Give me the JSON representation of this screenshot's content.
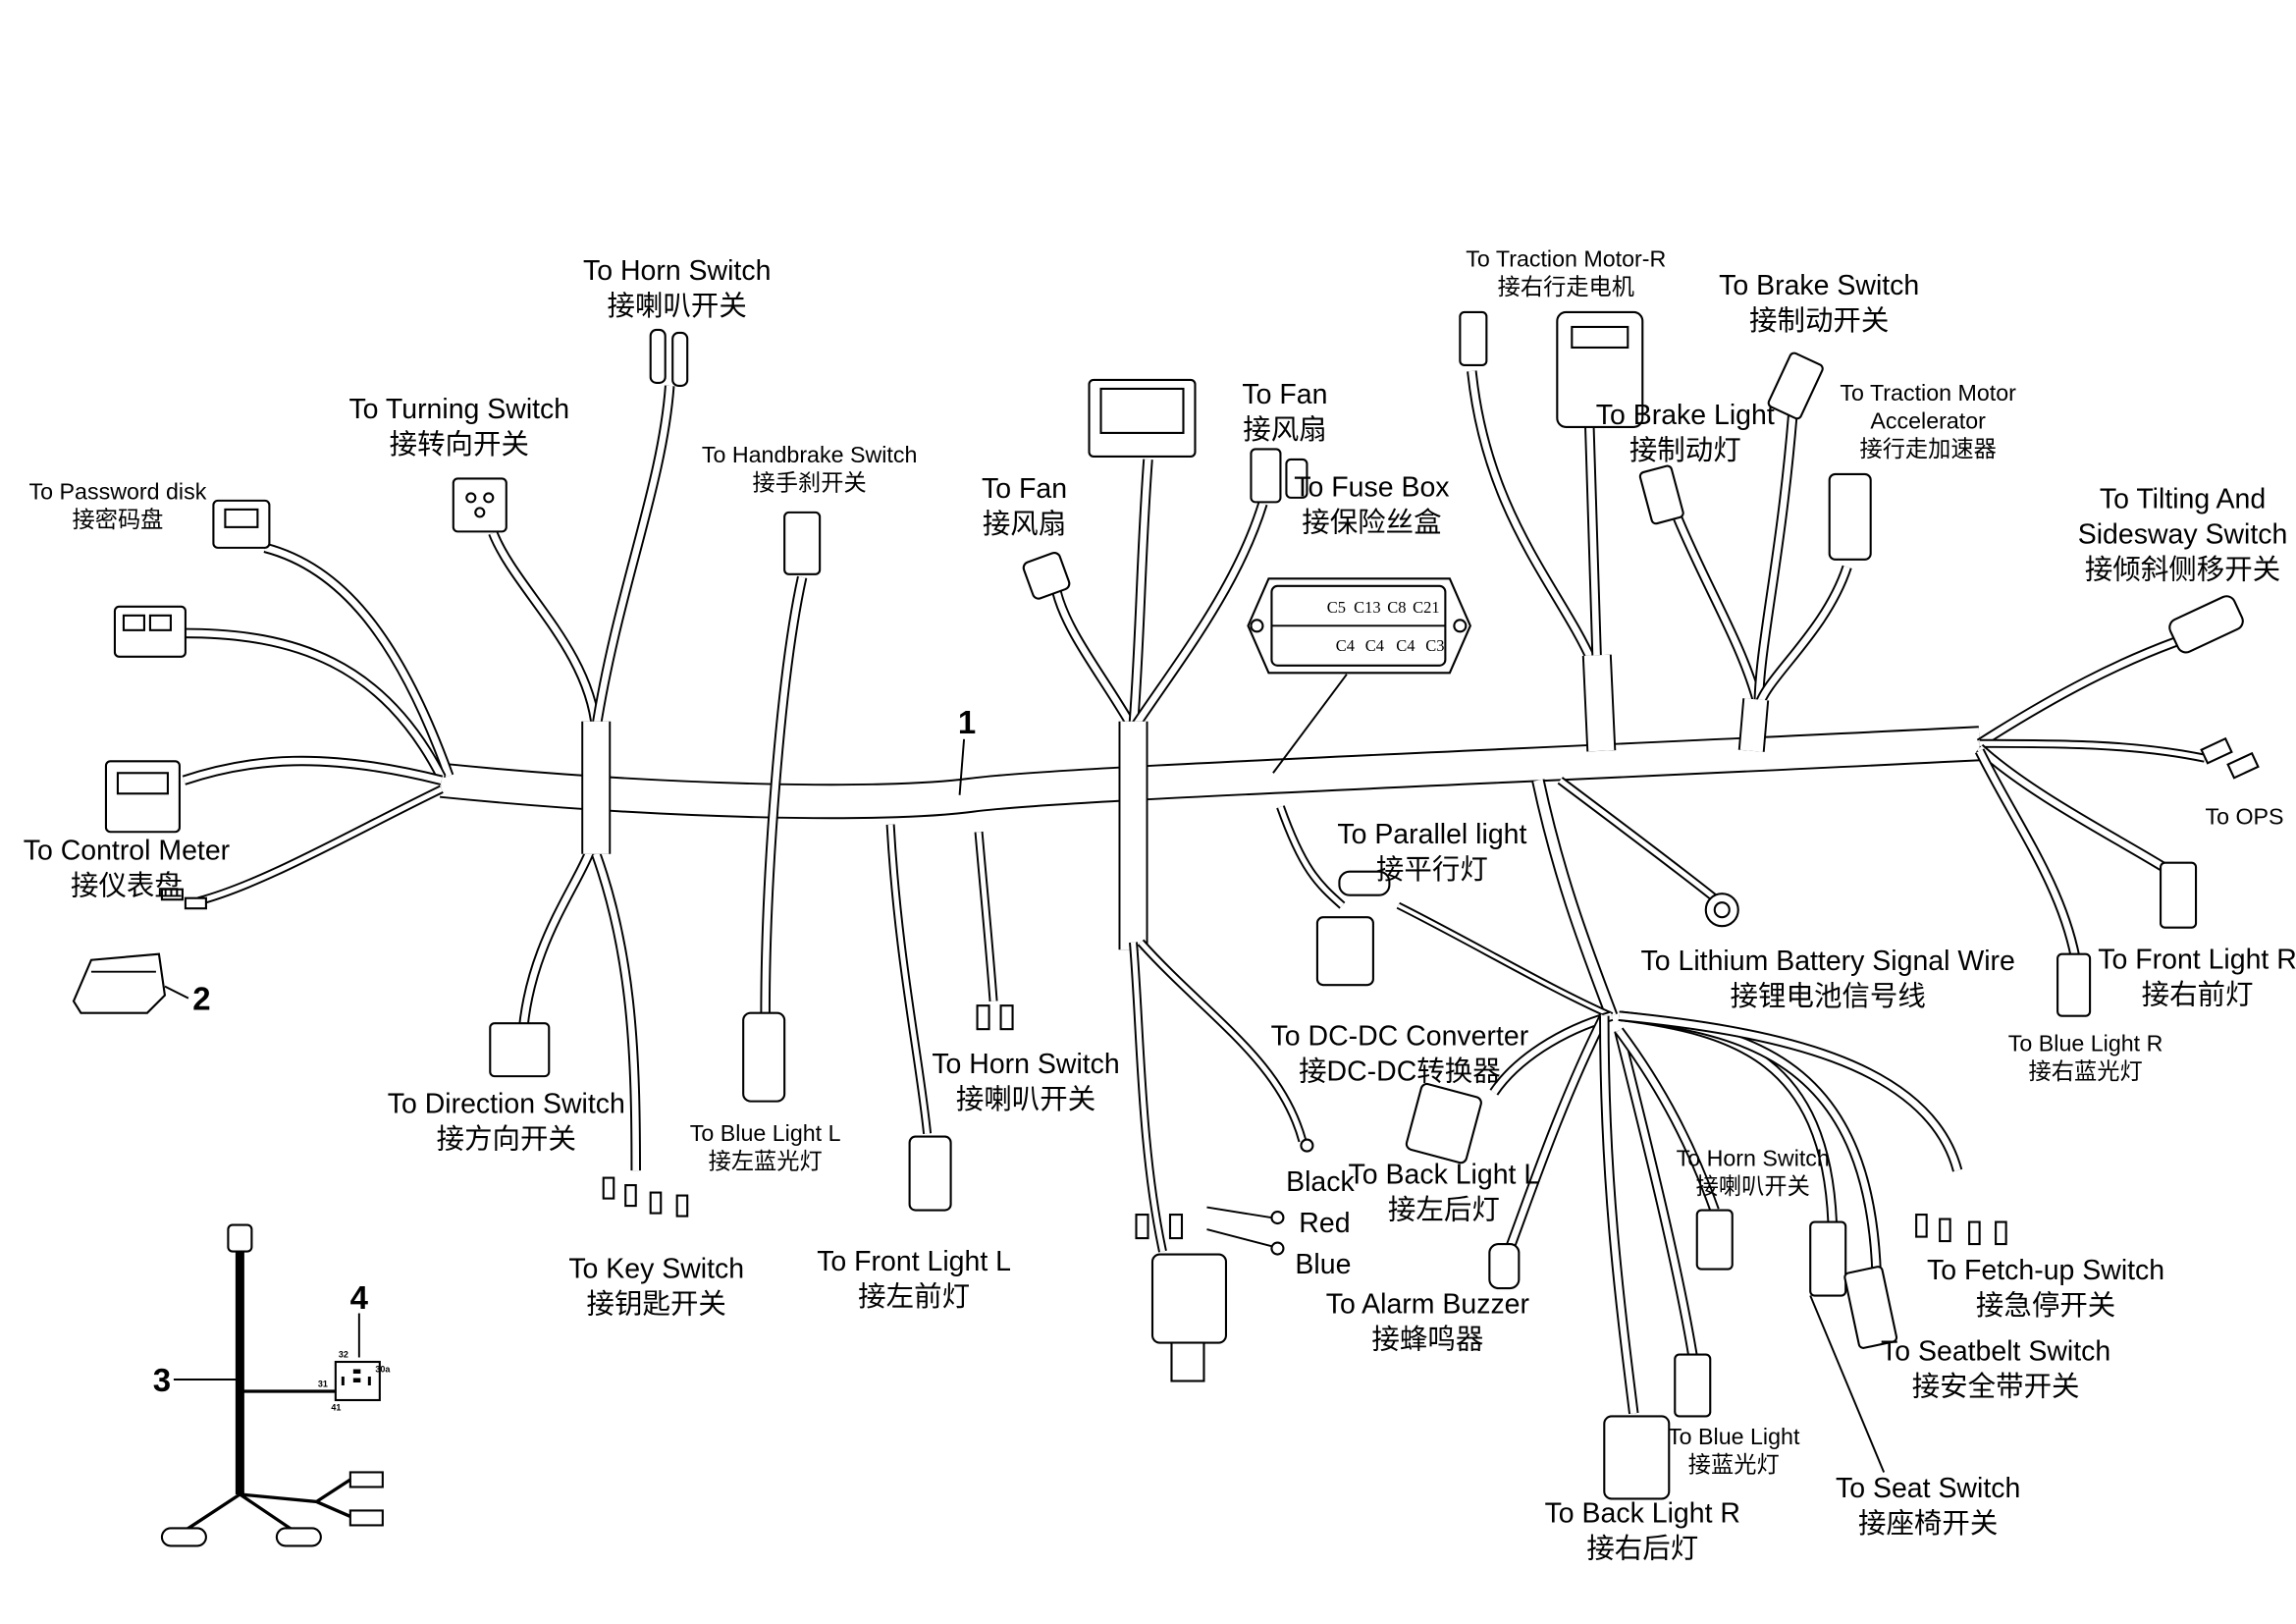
{
  "diagram": {
    "callouts": [
      "1",
      "2",
      "3",
      "4"
    ],
    "labels": [
      {
        "en": "To Horn Switch",
        "cn": "接喇叭开关"
      },
      {
        "en": "To Turning Switch",
        "cn": "接转向开关"
      },
      {
        "en": "To Password disk",
        "cn": "接密码盘"
      },
      {
        "en": "To Handbrake Switch",
        "cn": "接手刹开关"
      },
      {
        "en": "To Fan",
        "cn": "接风扇"
      },
      {
        "en": "To Fan",
        "cn": "接风扇"
      },
      {
        "en": "To  Fuse Box",
        "cn": "接保险丝盒"
      },
      {
        "en": "To Traction Motor-R",
        "cn": "接右行走电机"
      },
      {
        "en": "To Brake Switch",
        "cn": "接制动开关"
      },
      {
        "en": "To Brake Light",
        "cn": "接制动灯"
      },
      {
        "en": "To Traction Motor",
        "en2": "Accelerator",
        "cn": "接行走加速器"
      },
      {
        "en": "To Tilting And",
        "en2": "Sidesway Switch",
        "cn": "接倾斜侧移开关"
      },
      {
        "en": "To OPS"
      },
      {
        "en": "To Control Meter",
        "cn": "接仪表盘"
      },
      {
        "en": "To Parallel light",
        "cn": "接平行灯"
      },
      {
        "en": "To Lithium Battery Signal Wire",
        "cn": "接锂电池信号线"
      },
      {
        "en": "To Front Light R",
        "cn": "接右前灯"
      },
      {
        "en": "To Blue Light R",
        "cn": "接右蓝光灯"
      },
      {
        "en": "To DC-DC Converter",
        "cn": "接DC-DC转换器"
      },
      {
        "en": "To Horn Switch",
        "cn": "接喇叭开关"
      },
      {
        "en": "To Direction Switch",
        "cn": "接方向开关"
      },
      {
        "en": "To Blue Light L",
        "cn": "接左蓝光灯"
      },
      {
        "en": "To Back Light L",
        "cn": "接左后灯"
      },
      {
        "en": "To Horn Switch",
        "cn": "接喇叭开关"
      },
      {
        "en": "To Key Switch",
        "cn": "接钥匙开关"
      },
      {
        "en": "To Front Light L",
        "cn": "接左前灯"
      },
      {
        "en": "To Fetch-up Switch",
        "cn": "接急停开关"
      },
      {
        "en": "To Alarm Buzzer",
        "cn": "接蜂鸣器"
      },
      {
        "en": "To Seatbelt Switch",
        "cn": "接安全带开关"
      },
      {
        "en": "To Blue Light",
        "cn": "接蓝光灯"
      },
      {
        "en": "To Seat Switch",
        "cn": "接座椅开关"
      },
      {
        "en": "To Back Light R",
        "cn": "接右后灯"
      }
    ],
    "wire_colors": [
      "Black",
      "Red",
      "Blue"
    ],
    "fuse_box": {
      "top": [
        "C5",
        "C13",
        "C8",
        "C21"
      ],
      "bottom": [
        "C4",
        "C4",
        "C4",
        "C3"
      ]
    },
    "relay_pins": [
      "32",
      "30a",
      "31",
      "41"
    ]
  }
}
